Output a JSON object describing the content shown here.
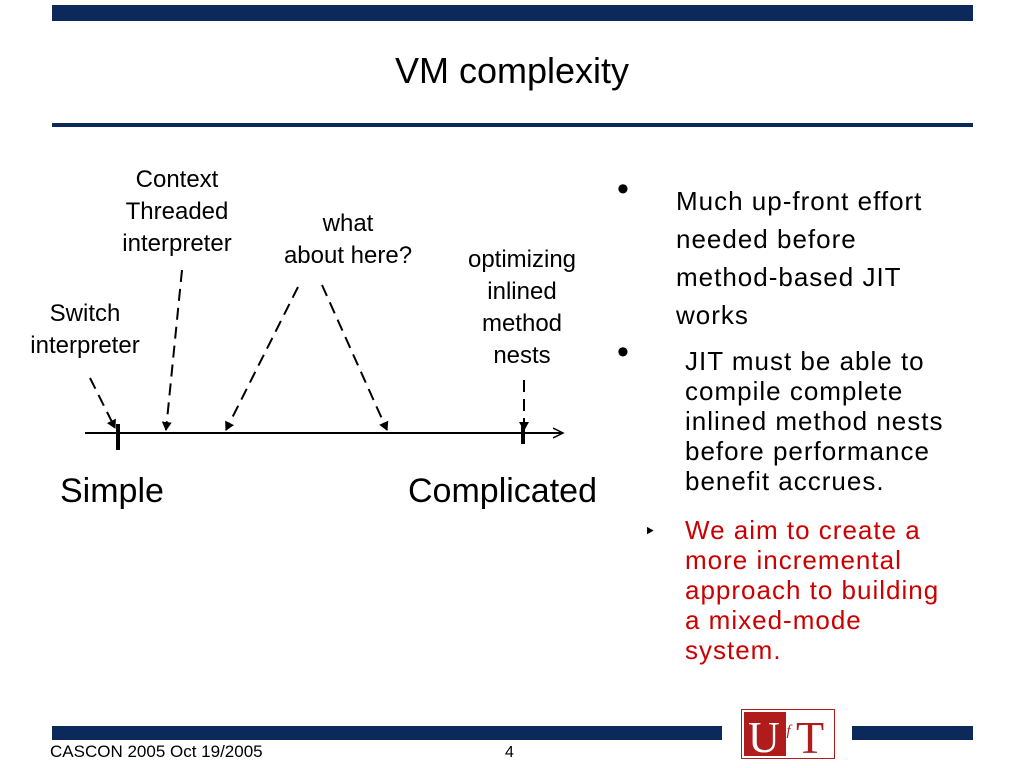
{
  "slide": {
    "title": "VM complexity",
    "diagram": {
      "labels": {
        "context_threaded": [
          "Context",
          "Threaded",
          "interpreter"
        ],
        "switch": [
          "Switch",
          "interpreter"
        ],
        "what_about": [
          "what",
          "about here?"
        ],
        "optimizing": [
          "optimizing",
          "inlined",
          "method",
          "nests"
        ]
      },
      "axis": {
        "left_label": "Simple",
        "right_label": "Complicated"
      }
    },
    "bullets": [
      {
        "marker": "•",
        "lines": [
          "Much up-front effort",
          "needed before",
          "method-based JIT",
          "works"
        ],
        "color": "#000000"
      },
      {
        "marker": "•",
        "lines": [
          "JIT must be able to",
          "compile complete",
          "inlined method nests",
          "before performance",
          "benefit accrues."
        ],
        "color": "#000000"
      },
      {
        "marker": "‣",
        "lines": [
          "We aim to create a",
          "more incremental",
          "approach to building",
          "a mixed-mode",
          "system."
        ],
        "color": "#cc0000"
      }
    ],
    "footer": {
      "left": "CASCON 2005 Oct 19/2005",
      "page": "4"
    },
    "logo": {
      "text_u": "U",
      "text_of": "of",
      "text_t": "T"
    },
    "colors": {
      "bar": "#0b2a5b",
      "accent": "#cc0000",
      "logo_red": "#b01c1c"
    }
  }
}
